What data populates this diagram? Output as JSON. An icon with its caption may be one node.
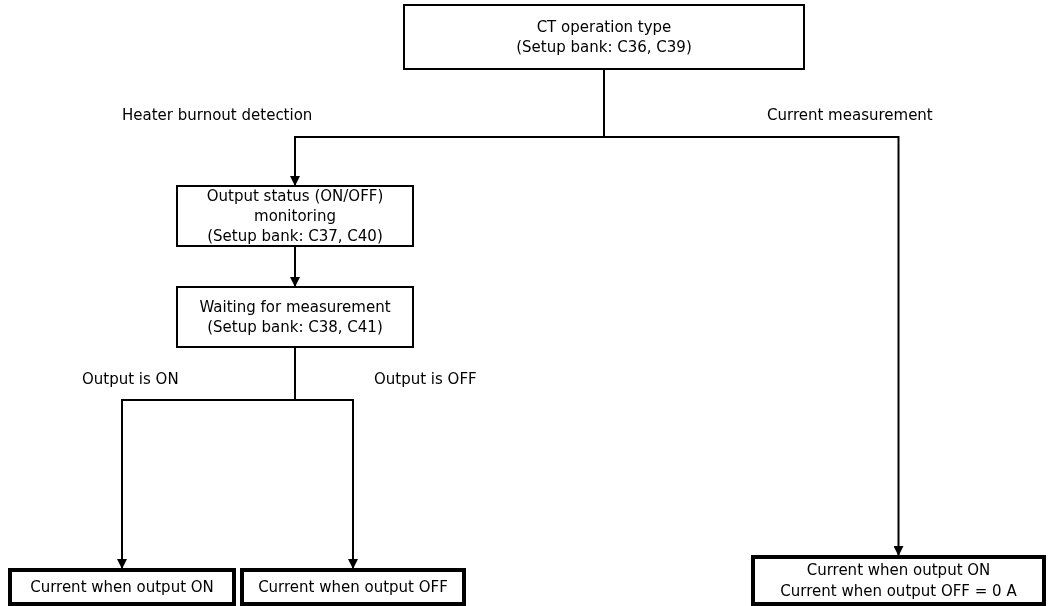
{
  "diagram": {
    "nodes": [
      {
        "text": [
          "CT operation type",
          "(Setup bank: C36, C39)"
        ]
      },
      {
        "text": [
          "Output status (ON/OFF) monitoring",
          "(Setup bank: C37, C40)"
        ]
      },
      {
        "text": [
          "Waiting for measurement",
          "(Setup bank: C38, C41)"
        ]
      },
      {
        "text": [
          "Current when output ON"
        ]
      },
      {
        "text": [
          "Current when output OFF"
        ]
      },
      {
        "text": [
          "Current when output ON",
          "Current when output OFF = 0 A"
        ]
      }
    ],
    "edges": [
      {
        "from": 0,
        "to": 1,
        "arrow": "to",
        "label": "Heater burnout detection"
      },
      {
        "from": 0,
        "to": 5,
        "arrow": "to",
        "label": "Current measurement"
      },
      {
        "from": 1,
        "to": 2,
        "arrow": "to"
      },
      {
        "from": 2,
        "to": 3,
        "arrow": "to",
        "label": "Output is ON"
      },
      {
        "from": 2,
        "to": 4,
        "arrow": "to",
        "label": "Output is OFF"
      }
    ]
  }
}
